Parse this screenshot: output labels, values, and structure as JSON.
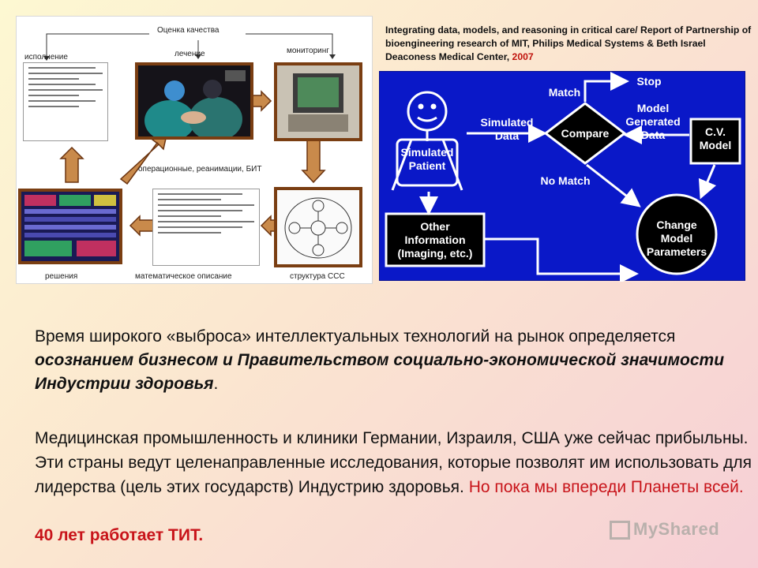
{
  "left_diagram": {
    "quality_label": "Оценка качества",
    "execution_label": "исполнение",
    "treatment_label": "лечение",
    "monitoring_label": "мониторинг",
    "operating_label": "операционные, реанимации, БИТ",
    "decisions_label": "решения",
    "math_label": "математическое описание",
    "structure_label": "структура ССС"
  },
  "report_title": {
    "text": "Integrating data, models, and reasoning in critical care/ Report of Partnership of bioengineering research of MIT, Philips Medical Systems & Beth Israel Deaconess Medical Center,",
    "year": "2007"
  },
  "flowchart": {
    "simulated_patient": "Simulated Patient",
    "simulated_data": "Simulated Data",
    "compare": "Compare",
    "match": "Match",
    "stop": "Stop",
    "model_generated_data": "Model Generated Data",
    "cv_model": "C.V. Model",
    "no_match": "No Match",
    "other_information": "Other Information (Imaging, etc.)",
    "change_model_parameters": "Change Model Parameters"
  },
  "body_text": {
    "p1_a": "Время широкого «выброса» интеллектуальных технологий на рынок определяется",
    "p1_b": "осознанием бизнесом и Правительством социально-экономической значимости Индустрии здоровья",
    "p1_c": ".",
    "p2_a": "Медицинская промышленность и клиники Германии, Израиля, США уже сейчас прибыльны. Эти страны ведут целенаправленные исследования, которые позволят им использовать для лидерства (цель этих государств) Индустрию здоровья.",
    "p2_b": "Но пока мы впереди Планеты всей.",
    "tit": "40 лет работает ТИТ."
  },
  "watermark": "MyShared",
  "colors": {
    "flow_bg": "#0a18c8",
    "accent_red": "#c8141a",
    "arrow_brown": "#7a3e12"
  }
}
